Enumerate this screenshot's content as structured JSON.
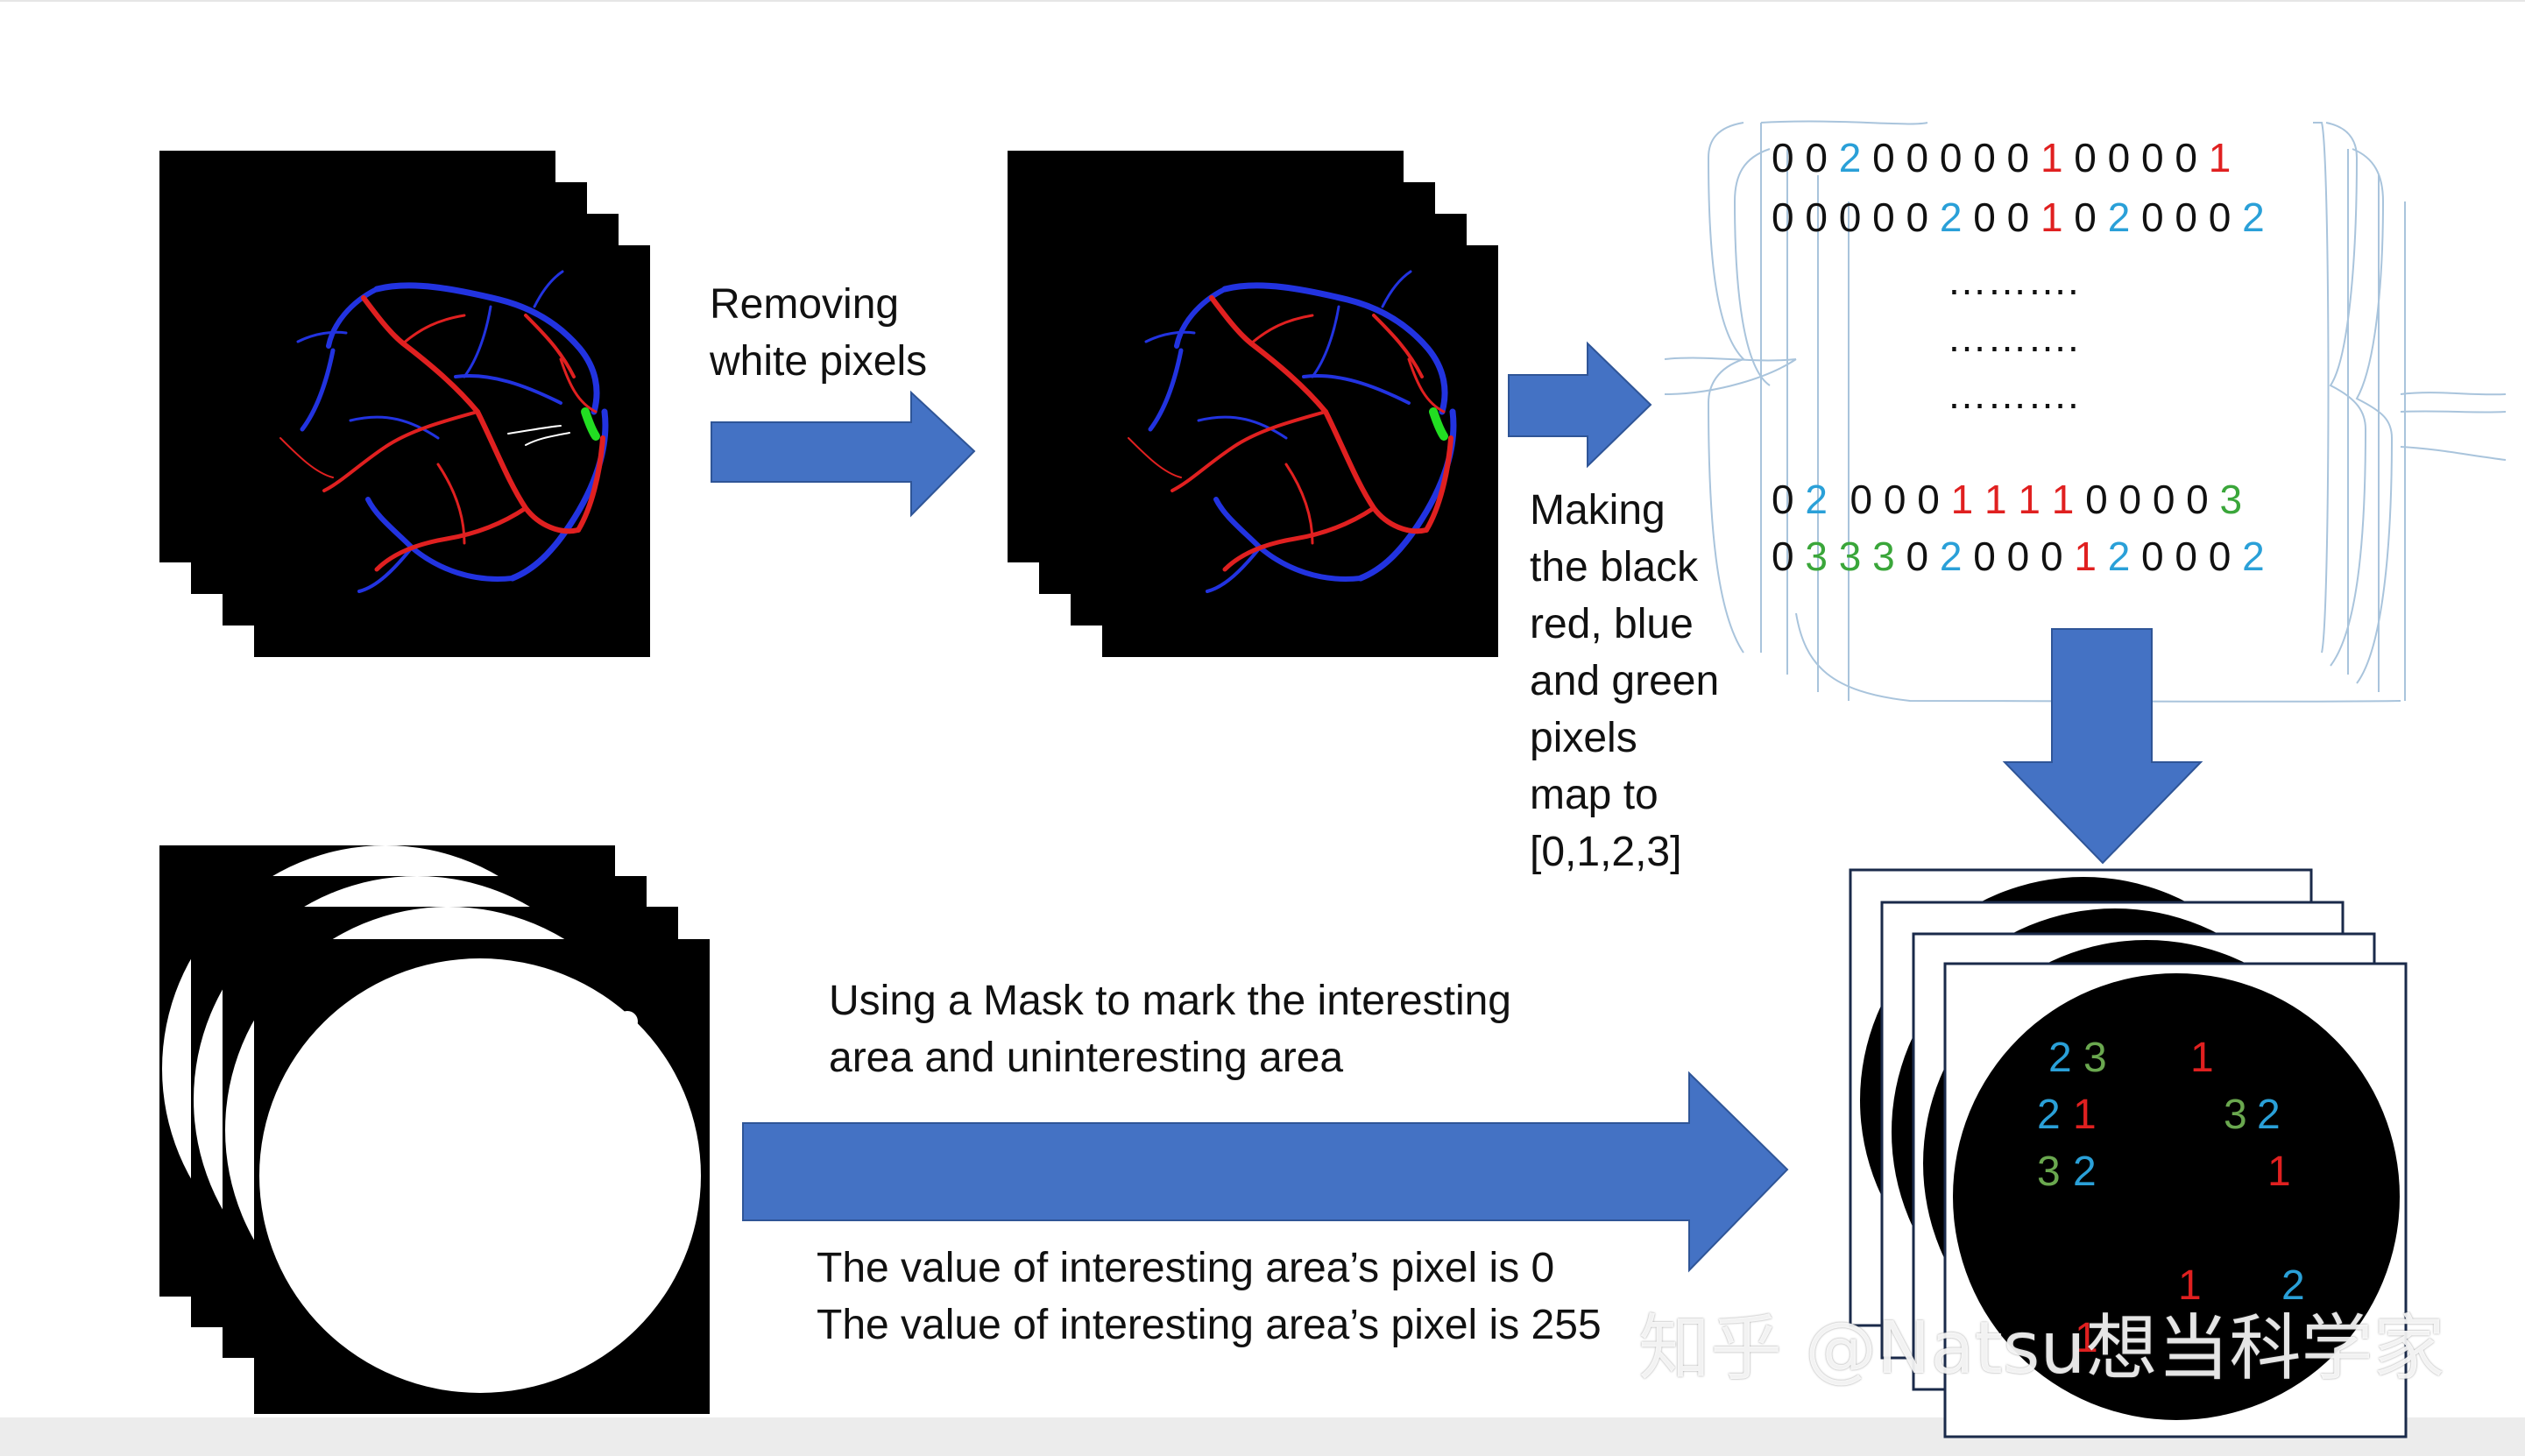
{
  "labels": {
    "removing": "Removing\nwhite pixels",
    "making": "Making\nthe black\nred, blue\nand green\npixels\nmap to\n[0,1,2,3]",
    "mask": "Using a Mask to mark the interesting\narea and uninteresting area",
    "value_0": "The value of interesting area’s pixel is 0",
    "value_255": "The value of interesting area’s pixel is 255"
  },
  "matrix": {
    "rows": [
      [
        {
          "t": "0 0 ",
          "c": "c0"
        },
        {
          "t": "2",
          "c": "c2"
        },
        {
          "t": " 0 0 0 0 0 ",
          "c": "c0"
        },
        {
          "t": "1",
          "c": "c1"
        },
        {
          "t": " 0 0 0 0 ",
          "c": "c0"
        },
        {
          "t": "1",
          "c": "c1"
        }
      ],
      [
        {
          "t": "0 0 0 0 0 ",
          "c": "c0"
        },
        {
          "t": "2",
          "c": "c2"
        },
        {
          "t": " 0 0 ",
          "c": "c0"
        },
        {
          "t": "1",
          "c": "c1"
        },
        {
          "t": " 0 ",
          "c": "c0"
        },
        {
          "t": "2",
          "c": "c2"
        },
        {
          "t": " 0 0 0 ",
          "c": "c0"
        },
        {
          "t": "2",
          "c": "c2"
        }
      ]
    ],
    "dots": [
      "……….",
      "……….",
      "………."
    ],
    "rows_bottom": [
      [
        {
          "t": "0 ",
          "c": "c0"
        },
        {
          "t": "2",
          "c": "c2"
        },
        {
          "t": "  0 0 0 ",
          "c": "c0"
        },
        {
          "t": "1 1 1 1",
          "c": "c1"
        },
        {
          "t": " 0 0 0 0 ",
          "c": "c0"
        },
        {
          "t": "3",
          "c": "c3"
        }
      ],
      [
        {
          "t": "0 ",
          "c": "c0"
        },
        {
          "t": "3 3 3",
          "c": "c3"
        },
        {
          "t": " 0 ",
          "c": "c0"
        },
        {
          "t": "2",
          "c": "c2"
        },
        {
          "t": " 0 0 0 ",
          "c": "c0"
        },
        {
          "t": "1",
          "c": "c1"
        },
        {
          "t": " ",
          "c": "c0"
        },
        {
          "t": "2",
          "c": "c2"
        },
        {
          "t": " 0 0 0 ",
          "c": "c0"
        },
        {
          "t": "2",
          "c": "c2"
        }
      ]
    ]
  },
  "result_numbers": [
    {
      "t": "2",
      "c": "c2"
    },
    {
      "t": "3",
      "c": "cg"
    },
    {
      "t": "1",
      "c": "c1"
    },
    {
      "t": "2",
      "c": "c2"
    },
    {
      "t": "1",
      "c": "c1"
    },
    {
      "t": "3",
      "c": "cg"
    },
    {
      "t": "2",
      "c": "c2"
    },
    {
      "t": "3",
      "c": "cg"
    },
    {
      "t": "2",
      "c": "c2"
    },
    {
      "t": "1",
      "c": "c1"
    },
    {
      "t": "1",
      "c": "c1"
    },
    {
      "t": "2",
      "c": "c2"
    },
    {
      "t": "1",
      "c": "c1"
    }
  ],
  "watermark": "知乎 @Natsu想当科学家",
  "colors": {
    "arrow": "#4472c4",
    "artery": "#e02020",
    "vein": "#2030d0",
    "disc": "#22dd22",
    "background": "#000000"
  }
}
